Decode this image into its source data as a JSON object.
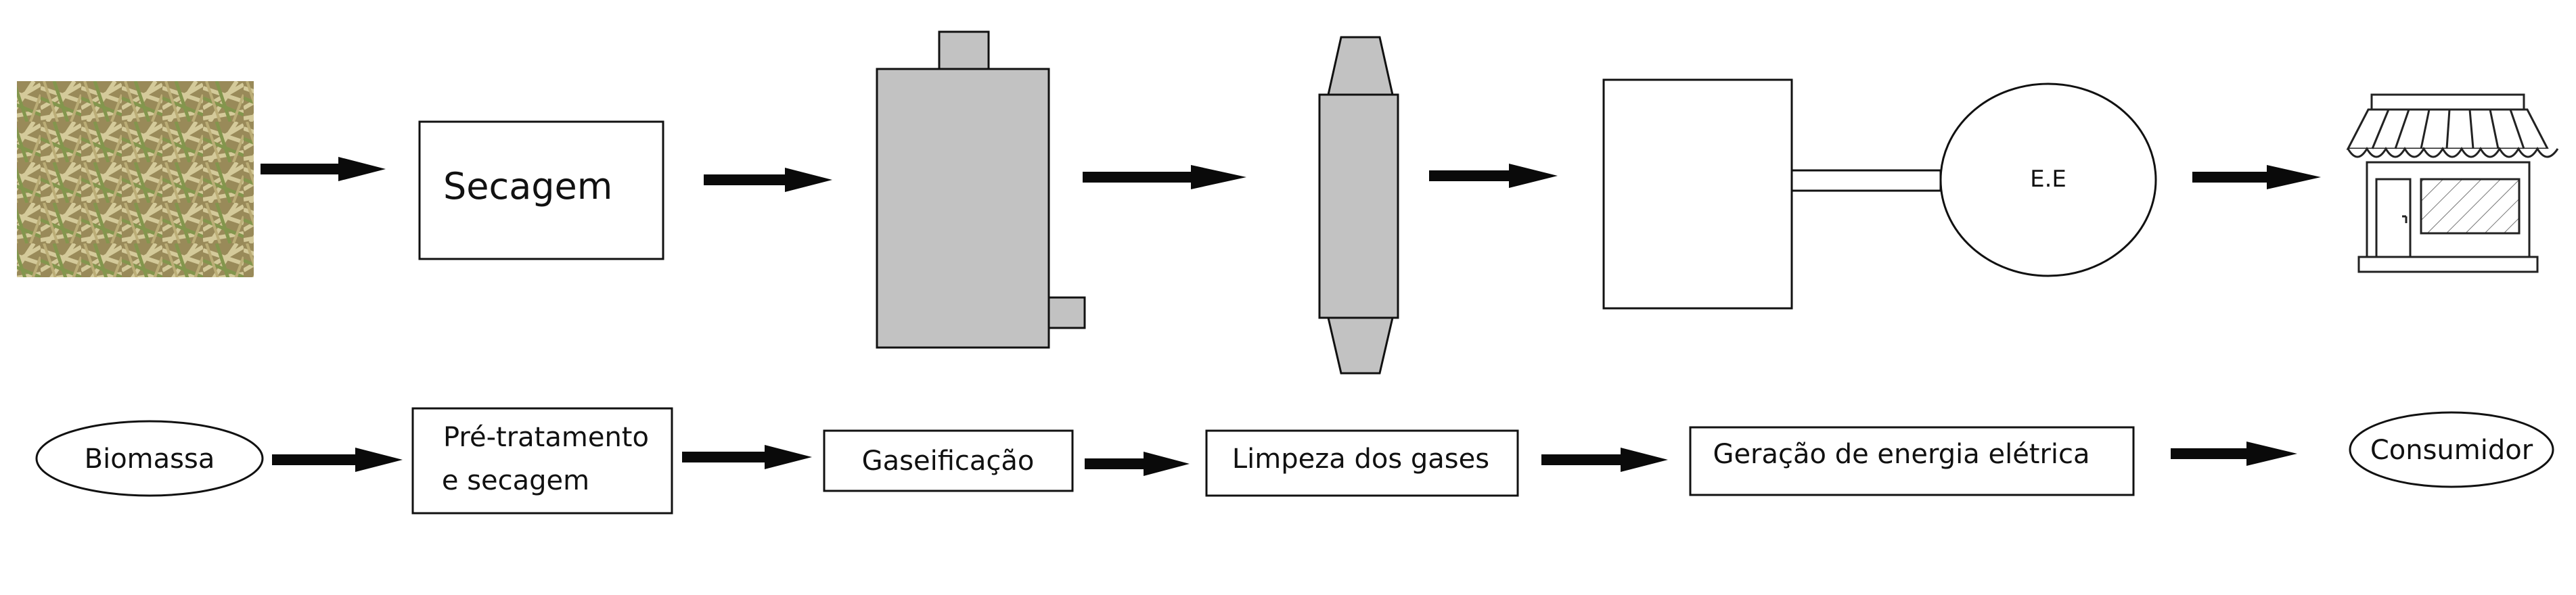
{
  "top_row": {
    "drying_label": "Secagem",
    "generator_label": "E.E"
  },
  "bottom_row": {
    "biomass": "Biomassa",
    "pretreatment_line1": "Pré-tratamento",
    "pretreatment_line2": "e secagem",
    "gasification": "Gaseificação",
    "gas_cleaning": "Limpeza dos gases",
    "power_generation": "Geração de energia elétrica",
    "consumer": "Consumidor"
  },
  "colors": {
    "equipment_fill": "#c2c2c2",
    "stroke": "#111111",
    "arrow": "#0a0a0a"
  },
  "icons": [
    "biomass-photo",
    "store-icon"
  ]
}
